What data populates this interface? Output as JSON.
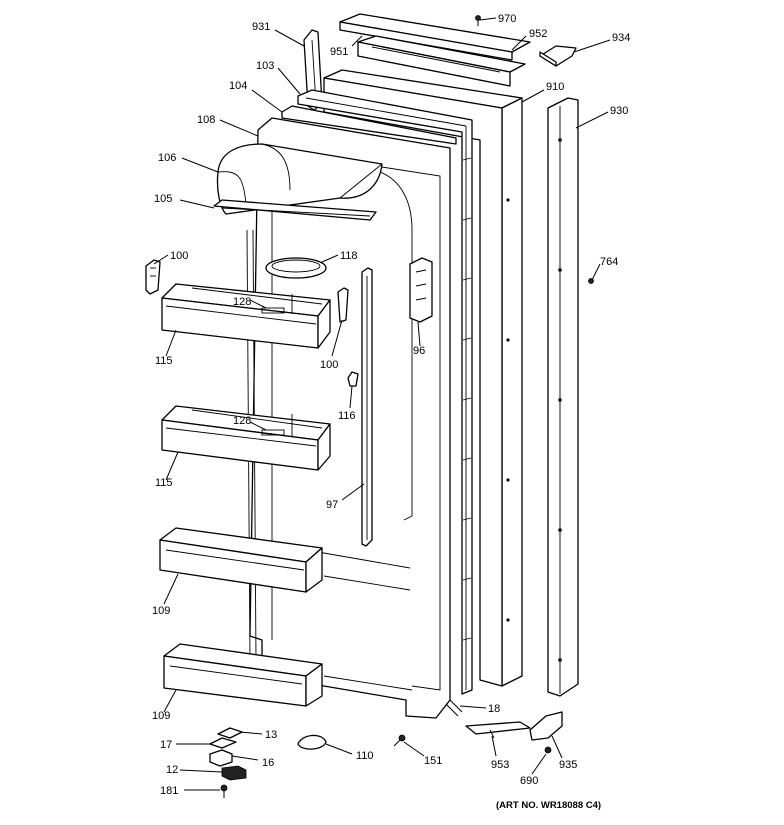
{
  "callouts": [
    {
      "id": "c931",
      "text": "931"
    },
    {
      "id": "c951",
      "text": "951"
    },
    {
      "id": "c970",
      "text": "970"
    },
    {
      "id": "c952",
      "text": "952"
    },
    {
      "id": "c934",
      "text": "934"
    },
    {
      "id": "c103",
      "text": "103"
    },
    {
      "id": "c104",
      "text": "104"
    },
    {
      "id": "c910",
      "text": "910"
    },
    {
      "id": "c930",
      "text": "930"
    },
    {
      "id": "c108",
      "text": "108"
    },
    {
      "id": "c106",
      "text": "106"
    },
    {
      "id": "c105",
      "text": "105"
    },
    {
      "id": "c100a",
      "text": "100"
    },
    {
      "id": "c118",
      "text": "118"
    },
    {
      "id": "c764",
      "text": "764"
    },
    {
      "id": "c128a",
      "text": "128"
    },
    {
      "id": "c100b",
      "text": "100"
    },
    {
      "id": "c96",
      "text": "96"
    },
    {
      "id": "c115a",
      "text": "115"
    },
    {
      "id": "c116",
      "text": "116"
    },
    {
      "id": "c128b",
      "text": "128"
    },
    {
      "id": "c115b",
      "text": "115"
    },
    {
      "id": "c97",
      "text": "97"
    },
    {
      "id": "c109a",
      "text": "109"
    },
    {
      "id": "c109b",
      "text": "109"
    },
    {
      "id": "c18",
      "text": "18"
    },
    {
      "id": "c13",
      "text": "13"
    },
    {
      "id": "c17",
      "text": "17"
    },
    {
      "id": "c110",
      "text": "110"
    },
    {
      "id": "c151",
      "text": "151"
    },
    {
      "id": "c953",
      "text": "953"
    },
    {
      "id": "c935",
      "text": "935"
    },
    {
      "id": "c16",
      "text": "16"
    },
    {
      "id": "c12",
      "text": "12"
    },
    {
      "id": "c690",
      "text": "690"
    },
    {
      "id": "c181",
      "text": "181"
    }
  ],
  "art_number": "(ART NO. WR18088 C4)"
}
